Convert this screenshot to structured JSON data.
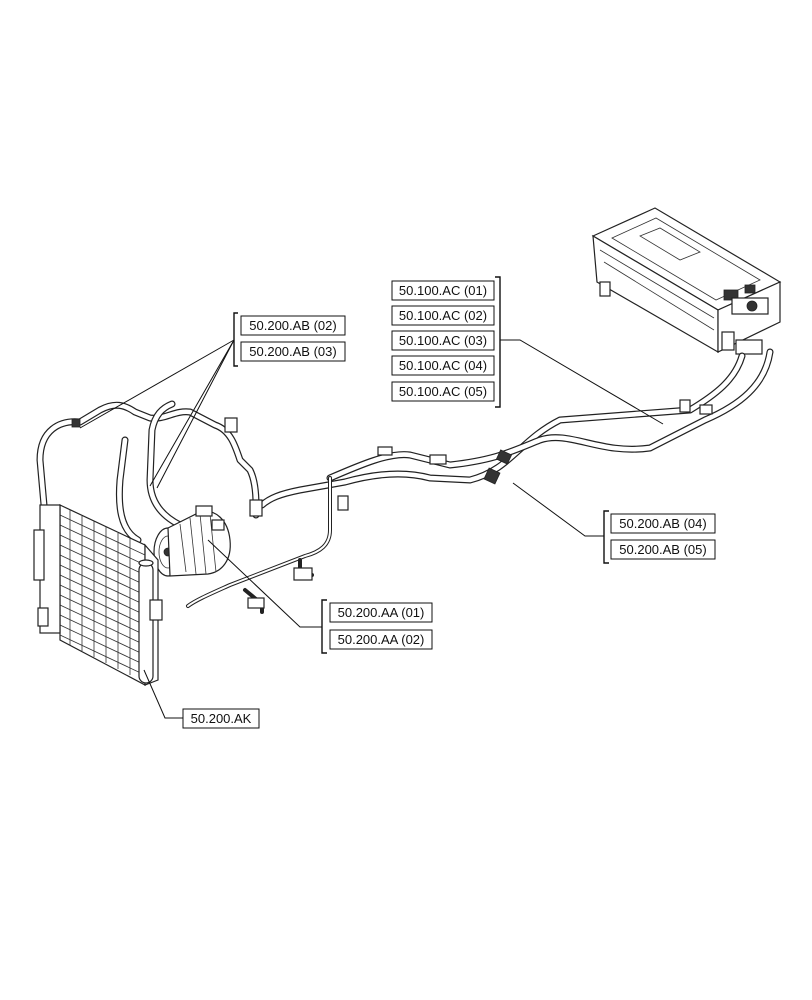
{
  "callouts": {
    "ab_left": [
      "50.200.AB (02)",
      "50.200.AB (03)"
    ],
    "ac": [
      "50.100.AC (01)",
      "50.100.AC (02)",
      "50.100.AC (03)",
      "50.100.AC (04)",
      "50.100.AC (05)"
    ],
    "ab_right": [
      "50.200.AB (04)",
      "50.200.AB (05)"
    ],
    "aa": [
      "50.200.AA (01)",
      "50.200.AA (02)"
    ],
    "ak": "50.200.AK"
  }
}
